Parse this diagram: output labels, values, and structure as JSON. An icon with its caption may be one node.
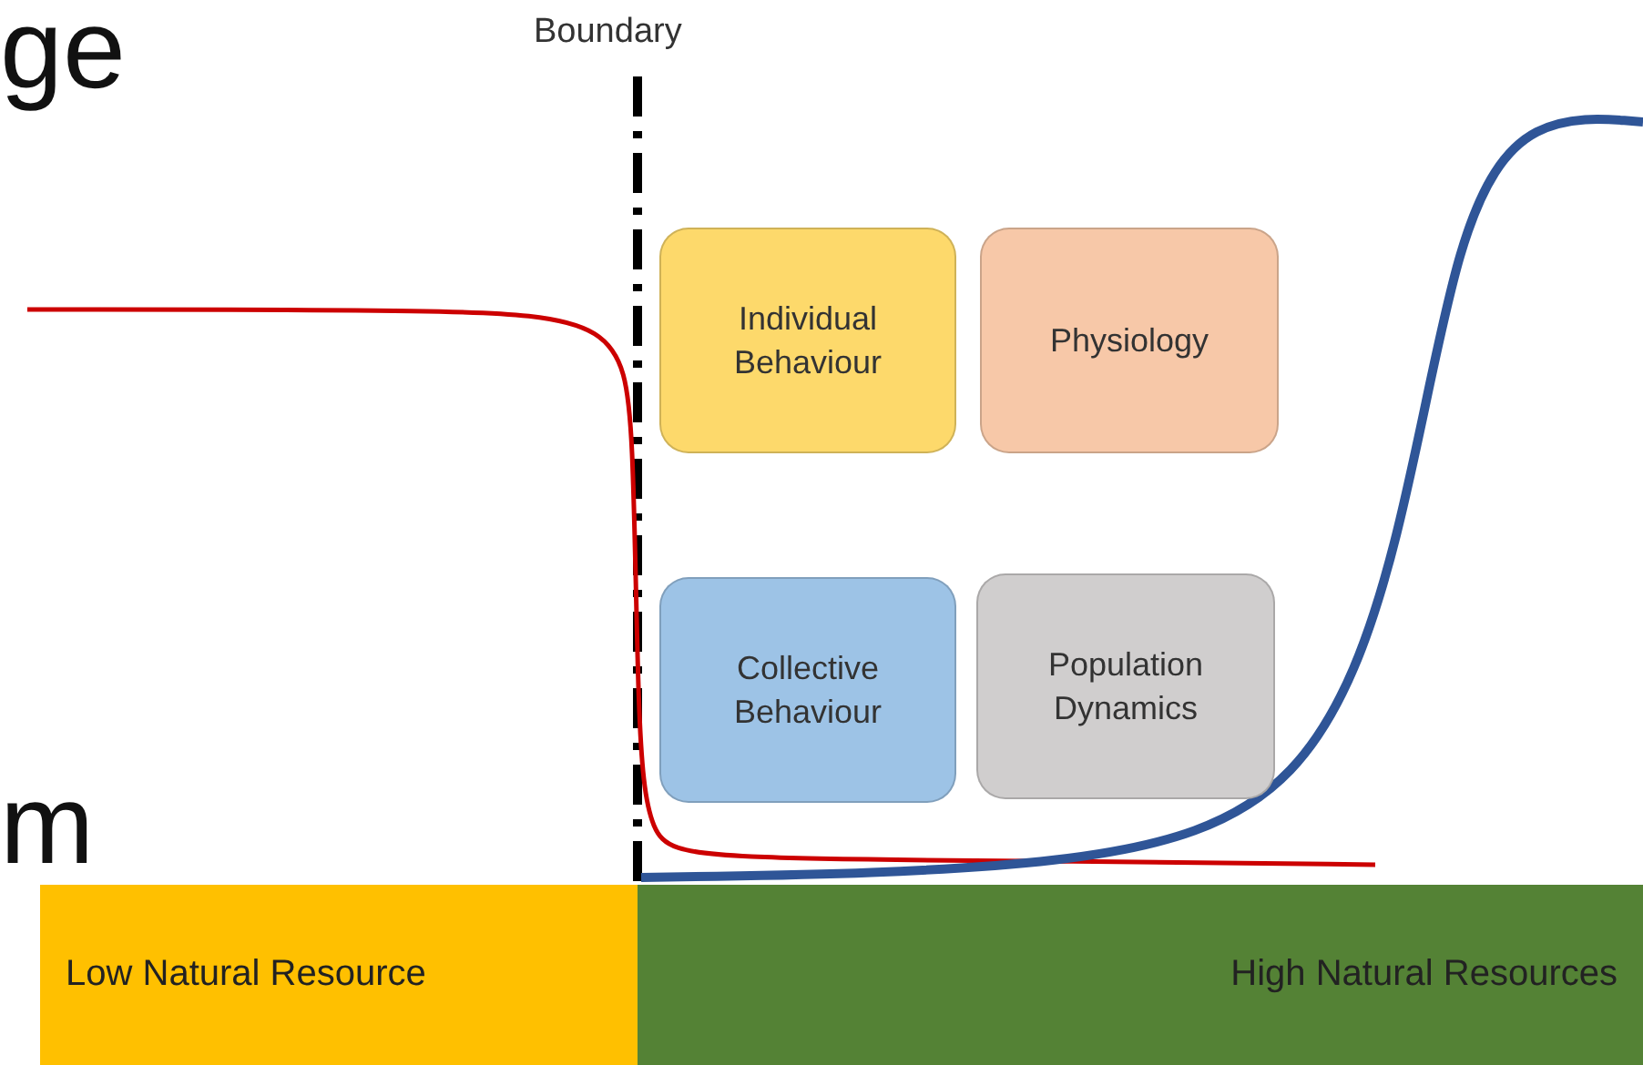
{
  "diagram": {
    "nodes": [
      {
        "text": [
          "Individual Behaviour"
        ]
      },
      {
        "text": [
          "Physiology"
        ]
      },
      {
        "text": [
          "Collective Behaviour"
        ]
      },
      {
        "text": [
          "Population Dynamics"
        ]
      },
      {
        "text": [
          "Low Natural Resource"
        ]
      },
      {
        "text": [
          "High Natural Resources"
        ]
      }
    ],
    "labels": [
      "ge",
      "Boundary",
      "m"
    ]
  }
}
